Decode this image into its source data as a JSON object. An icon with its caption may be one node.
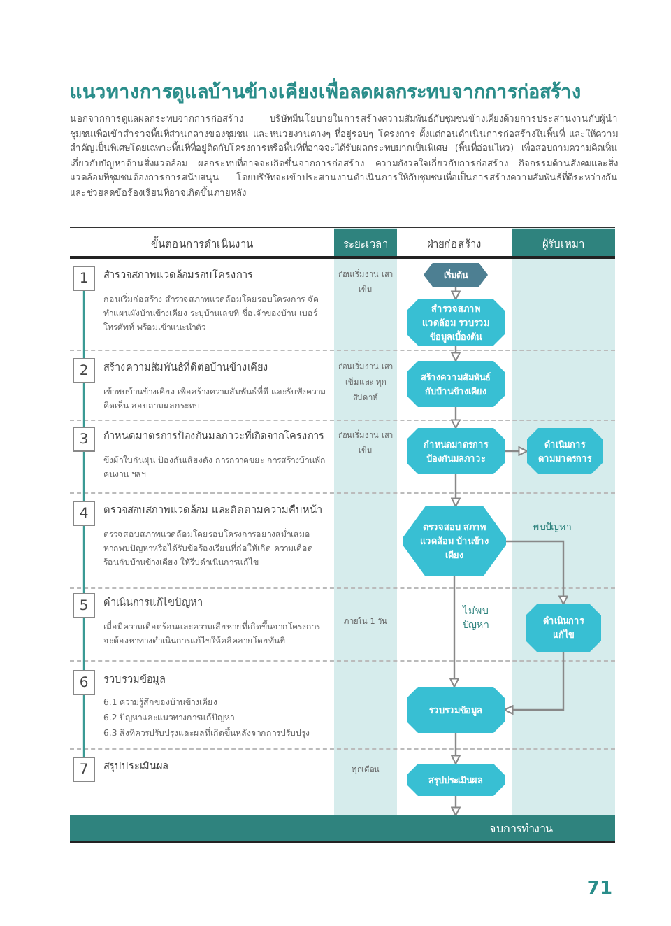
{
  "diagram": {
    "title": "แนวทางการดูแลบ้านข้างเคียงเพื่อลดผลกระทบจากการก่อสร้าง",
    "caption": "นอกจากการดูแลผลกระทบจากการก่อสร้าง บริษัทมีนโยบายในการสร้างความสัมพันธ์กับชุมชนข้างเคียงด้วยการประสานงานกับผู้นำชุมชนเพื่อเข้าสำรวจพื้นที่ส่วนกลางของชุมชน และหน่วยงานต่างๆ ที่อยู่รอบๆ โครงการ ตั้งแต่ก่อนดำเนินการก่อสร้างในพื้นที่ และให้ความสำคัญเป็นพิเศษโดยเฉพาะพื้นที่ที่อยู่ติดกับโครงการหรือพื้นที่ที่อาจจะได้รับผลกระทบมากเป็นพิเศษ (พื้นที่อ่อนไหว) เพื่อสอบถามความคิดเห็นเกี่ยวกับปัญหาด้านสิ่งแวดล้อม ผลกระทบที่อาจจะเกิดขึ้นจากการก่อสร้าง ความกังวลใจเกี่ยวกับการก่อสร้าง กิจกรรมด้านสังคมและสิ่งแวดล้อมที่ชุมชนต้องการการสนับสนุน โดยบริษัทจะเข้าประสานงานดำเนินการให้กับชุมชนเพื่อเป็นการสร้างความสัมพันธ์ที่ดีระหว่างกัน และช่วยลดข้อร้องเรียนที่อาจเกิดขึ้นภายหลัง",
    "nodes": [
      {
        "text": [
          "1"
        ],
        "beside": [
          "สำรวจสภาพแวดล้อมรอบโครงการ",
          "ก่อนเริ่มก่อสร้าง สำรวจสภาพแวดล้อมโดยรอบโครงการ จัดทำแผนผังบ้านข้างเคียง ระบุบ้านเลขที่ ชื่อเจ้าของบ้าน เบอร์โทรศัพท์ พร้อมเข้าแนะนำตัว"
        ]
      },
      {
        "text": [
          "2"
        ],
        "beside": [
          "สร้างความสัมพันธ์ที่ดีต่อบ้านข้างเคียง",
          "เข้าพบบ้านข้างเคียง เพื่อสร้างความสัมพันธ์ที่ดี และรับฟังความคิดเห็น สอบถามผลกระทบ"
        ]
      },
      {
        "text": [
          "3"
        ],
        "beside": [
          "กำหนดมาตรการป้องกันมลภาวะที่เกิดจากโครงการ",
          "ขึงผ้าใบกันฝุ่น ป้องกันเสียงดัง การกวาดขยะ การสร้างบ้านพักคนงาน ฯลฯ"
        ]
      },
      {
        "text": [
          "4"
        ],
        "beside": [
          "ตรวจสอบสภาพแวดล้อม และติดตามความคืบหน้า",
          "ตรวจสอบสภาพแวดล้อมโดยรอบโครงการอย่างสม่ำเสมอ หากพบปัญหาหรือได้รับข้อร้องเรียนที่ก่อให้เกิด ความเดือดร้อนกับบ้านข้างเคียง ให้รีบดำเนินการแก้ไข"
        ]
      },
      {
        "text": [
          "5"
        ],
        "beside": [
          "ดำเนินการแก้ไขปัญหา",
          "เมื่อมีความเดือดร้อนและความเสียหายที่เกิดขึ้นจากโครงการ จะต้องหาทางดำเนินการแก้ไขให้คลี่คลายโดยทันที"
        ]
      },
      {
        "text": [
          "6"
        ],
        "beside": [
          "รวบรวมข้อมูล",
          "6.1 ความรู้สึกของบ้านข้างเคียง",
          "6.2 ปัญหาและแนวทางการแก้ปัญหา",
          "6.3 สิ่งที่ควรปรับปรุงและผลที่เกิดขึ้นหลังจากการปรับปรุง"
        ]
      },
      {
        "text": [
          "7"
        ],
        "beside": [
          "สรุปประเมินผล"
        ]
      },
      {
        "text": [
          "เริ่มต้น"
        ]
      },
      {
        "text": [
          "สำรวจสภาพแวดล้อม รวบรวมข้อมูลเบื้องต้น"
        ]
      },
      {
        "text": [
          "สร้างความสัมพันธ์ กับบ้านข้างเคียง"
        ]
      },
      {
        "text": [
          "กำหนดมาตรการ ป้องกันมลภาวะ"
        ]
      },
      {
        "text": [
          "ดำเนินการ ตามมาตรการ"
        ]
      },
      {
        "text": [
          "ตรวจสอบ สภาพแวดล้อม บ้านข้างเคียง"
        ]
      },
      {
        "text": [
          "ดำเนินการแก้ไข"
        ]
      },
      {
        "text": [
          "รวบรวมข้อมูล"
        ]
      },
      {
        "text": [
          "สรุปประเมินผล"
        ]
      },
      {
        "text": [
          "จบการทำงาน"
        ]
      }
    ],
    "edges": [
      {
        "from": 0,
        "to": 1,
        "arrow": "none",
        "color": "#3a9a94"
      },
      {
        "from": 1,
        "to": 2,
        "arrow": "none",
        "color": "#3a9a94"
      },
      {
        "from": 2,
        "to": 3,
        "arrow": "none",
        "color": "#3a9a94"
      },
      {
        "from": 3,
        "to": 4,
        "arrow": "none",
        "color": "#3a9a94"
      },
      {
        "from": 4,
        "to": 5,
        "arrow": "none",
        "color": "#3a9a94"
      },
      {
        "from": 5,
        "to": 6,
        "arrow": "none",
        "color": "#3a9a94"
      },
      {
        "from": 7,
        "to": 8,
        "arrow": "to"
      },
      {
        "from": 8,
        "to": 9,
        "arrow": "to"
      },
      {
        "from": 9,
        "to": 10,
        "arrow": "to"
      },
      {
        "from": 10,
        "to": 11,
        "arrow": "to"
      },
      {
        "from": 10,
        "to": 12,
        "arrow": "to"
      },
      {
        "from": 12,
        "to": 13,
        "arrow": "to",
        "label": "พบปัญหา"
      },
      {
        "from": 12,
        "to": 14,
        "arrow": "to",
        "label": "ไม่พบ ปัญหา"
      },
      {
        "from": 13,
        "to": 14,
        "arrow": "to"
      },
      {
        "from": 14,
        "to": 15,
        "arrow": "to"
      },
      {
        "from": 15,
        "to": 16,
        "arrow": "to"
      }
    ],
    "labels": [
      "ขั้นตอนการดำเนินงาน",
      "ระยะเวลา",
      "ฝ่ายก่อสร้าง",
      "ผู้รับเหมา",
      "ก่อนเริ่มงาน เสาเข็ม",
      "ก่อนเริ่มงาน เสาเข็มและ ทุกสัปดาห์",
      "ก่อนเริ่มงาน เสาเข็ม",
      "ภายใน 1 วัน",
      "ทุกเดือน",
      "71"
    ]
  }
}
